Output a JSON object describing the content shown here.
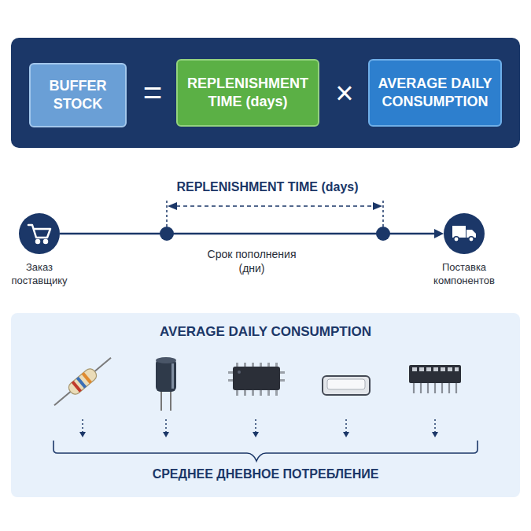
{
  "diagram": {
    "nodes": [
      {
        "text": [
          "BUFFER STOCK"
        ]
      },
      {
        "text": [
          "REPLENISHMENT TIME (days)"
        ]
      },
      {
        "text": [
          "AVERAGE DAILY CONSUMPTION"
        ]
      },
      {
        "text": [
          "Заказ поставщику"
        ]
      },
      {
        "text": [
          "Поставка компонентов"
        ]
      },
      {
        "text": [
          "AVERAGE DAILY CONSUMPTION",
          "СРЕДНЕЕ ДНЕВНОЕ ПОТРЕБЛЕНИЕ"
        ]
      }
    ],
    "edges": [
      {
        "from": 3,
        "to": 4,
        "arrow": "to",
        "label": "Срок пополнения (дни)"
      }
    ],
    "labels": [
      "=",
      "×",
      "REPLENISHMENT TIME (days)"
    ]
  }
}
